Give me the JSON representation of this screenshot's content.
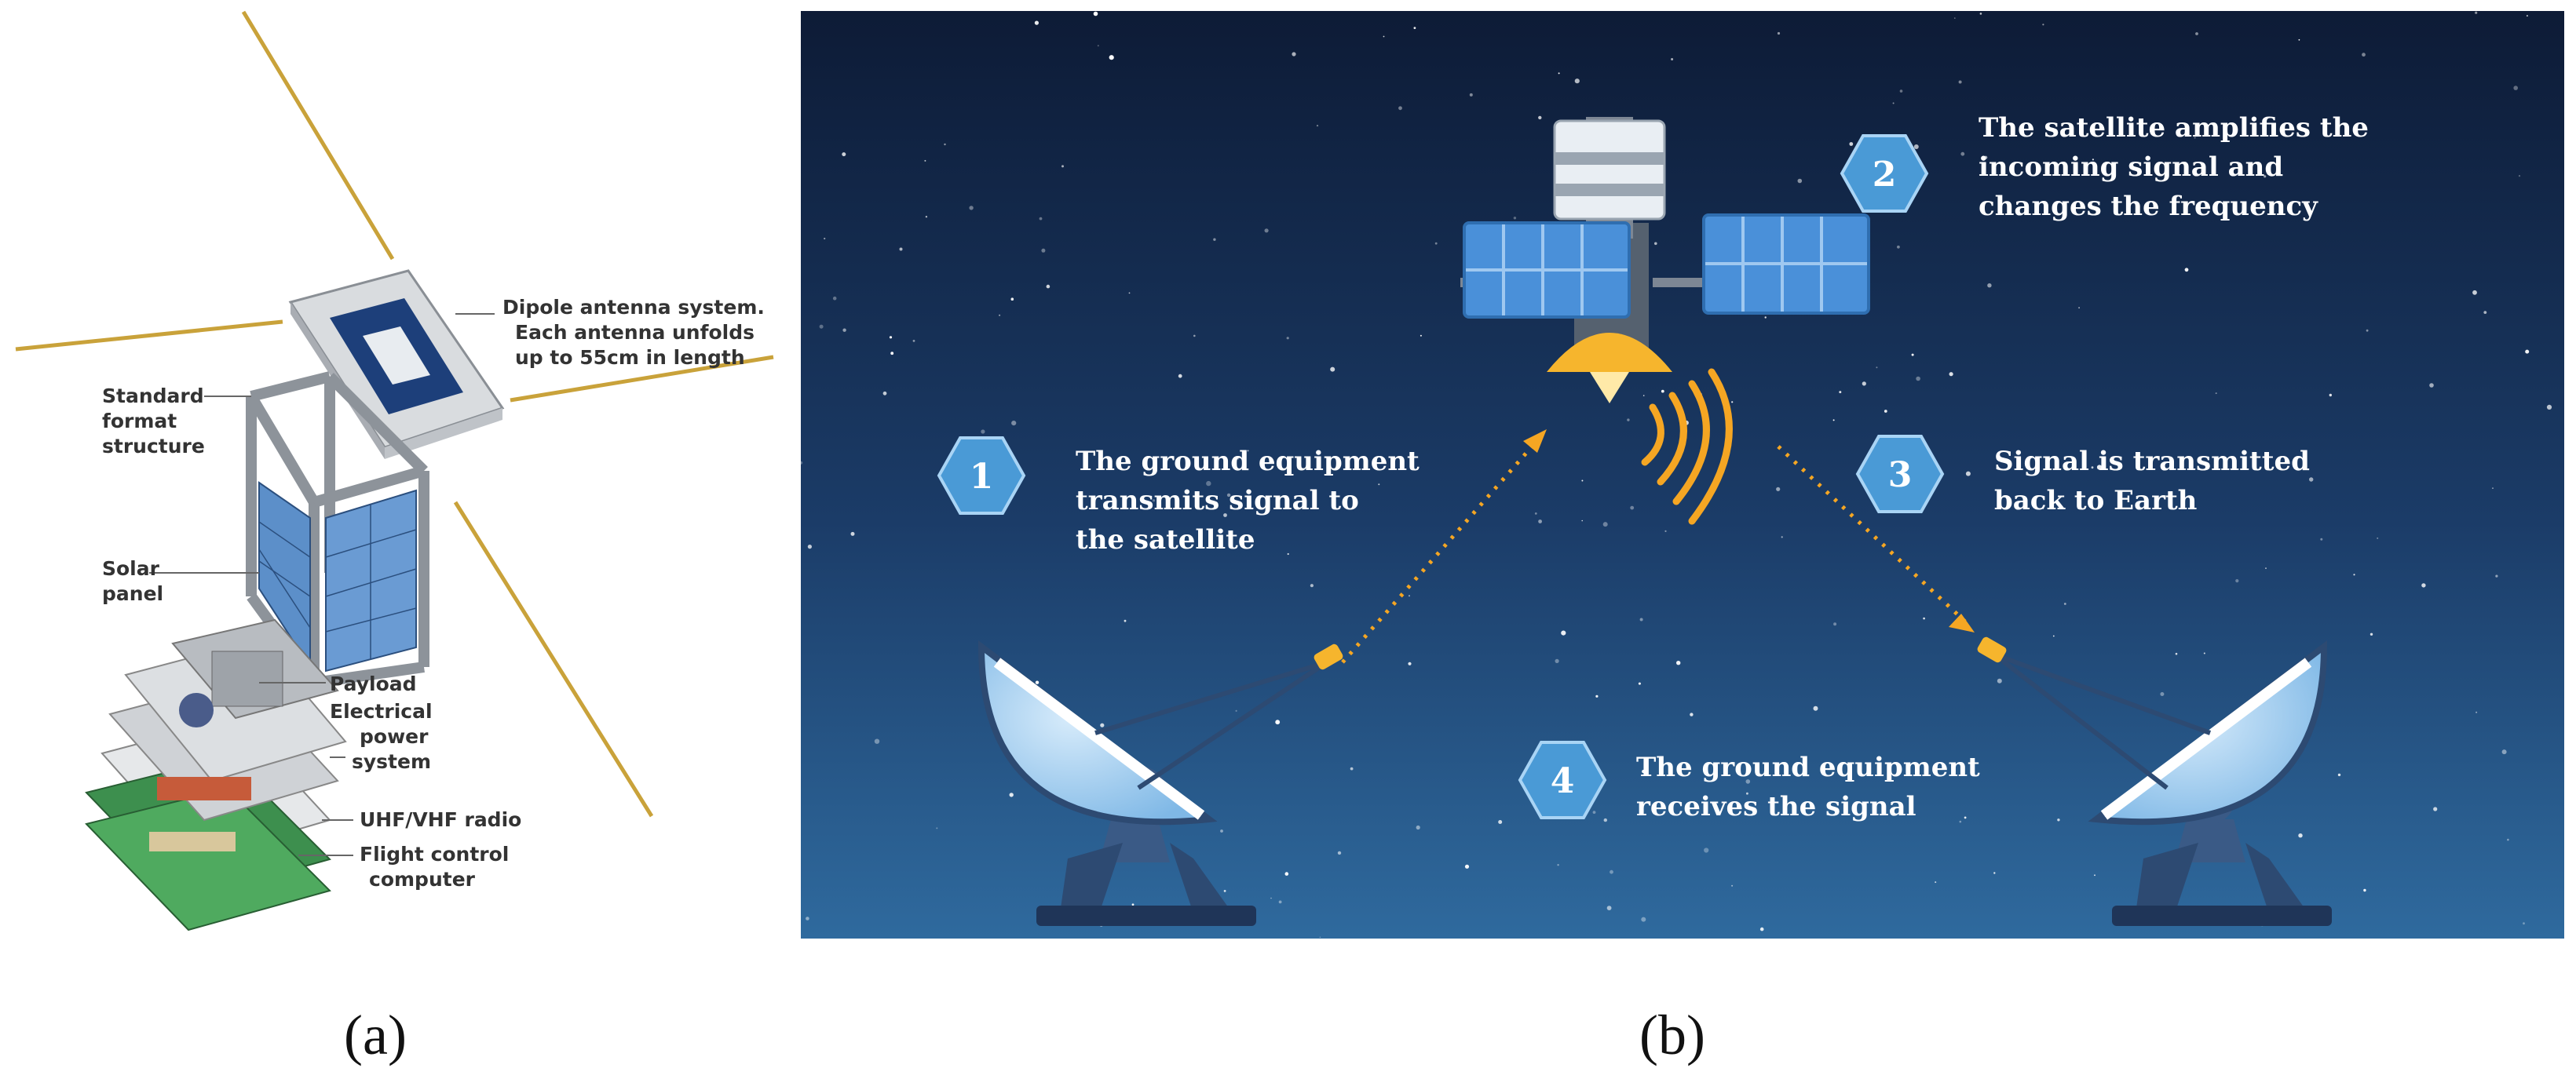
{
  "panel_a": {
    "labels": {
      "antenna_line1": "Dipole antenna system.",
      "antenna_line2": "Each antenna unfolds",
      "antenna_line3": "up to 55cm in length",
      "structure_line1": "Standard",
      "structure_line2": "format",
      "structure_line3": "structure",
      "solar_line1": "Solar",
      "solar_line2": "panel",
      "payload": "Payload",
      "eps_line1": "Electrical",
      "eps_line2": "power",
      "eps_line3": "system",
      "radio": "UHF/VHF radio",
      "fcc_line1": "Flight control",
      "fcc_line2": "computer"
    },
    "caption": "(a)"
  },
  "panel_b": {
    "steps": [
      {
        "number": "1",
        "lines": [
          "The ground equipment",
          "transmits signal to",
          "the satellite"
        ]
      },
      {
        "number": "2",
        "lines": [
          "The satellite amplifies the",
          "incoming signal and",
          "changes the frequency"
        ]
      },
      {
        "number": "3",
        "lines": [
          "Signal is transmitted",
          "back to Earth"
        ]
      },
      {
        "number": "4",
        "lines": [
          "The ground equipment",
          "receives the signal"
        ]
      }
    ],
    "caption": "(b)",
    "colors": {
      "sky_top": "#0d1b36",
      "sky_bottom": "#2f6a9e",
      "badge": "#4a9ad6",
      "signal": "#f5a623",
      "panel": "#4a90d9"
    }
  }
}
